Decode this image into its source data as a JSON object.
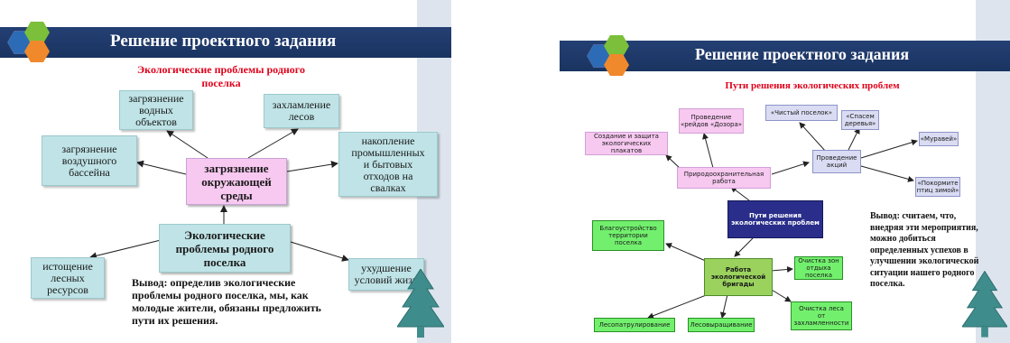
{
  "left_slide": {
    "title": "Решение проектного задания",
    "subtitle_line1": "Экологические проблемы  родного",
    "subtitle_line2": "поселка",
    "center": [
      "загрязнение",
      "окружающей",
      "среды"
    ],
    "root": [
      "Экологические",
      "проблемы родного",
      "поселка"
    ],
    "items": {
      "water": [
        "загрязнение",
        "водных",
        "объектов"
      ],
      "forest": [
        "захламление",
        "лесов"
      ],
      "air": [
        "загрязнение",
        "воздушного",
        "бассейна"
      ],
      "waste": [
        "накопление",
        "промышленных",
        "и бытовых",
        "отходов на",
        "свалках"
      ],
      "depletion": [
        "истощение",
        "лесных",
        "ресурсов"
      ],
      "living": [
        "ухудшение",
        "условий жизн"
      ]
    },
    "conclusion": [
      "Вывод: определив экологические",
      "проблемы родного поселка, мы, как",
      "молодые жители, обязаны предложить",
      "пути их решения."
    ]
  },
  "right_slide": {
    "title": "Решение проектного задания",
    "subtitle": "Пути  решения  экологических  проблем",
    "nodes": {
      "raids": [
        "Проведение",
        "«рейдов «Дозора»"
      ],
      "posters": [
        "Создание и защита",
        "экологических плакатов"
      ],
      "nature_work": [
        "Природоохранительная",
        "работа"
      ],
      "clean_village": "«Чистый поселок»",
      "save_trees": [
        "«Спасем",
        "деревья»"
      ],
      "actions": [
        "Проведение",
        "акций"
      ],
      "anthill": "«Муравей»",
      "feed_birds": [
        "«Покормите",
        "птиц зимой»"
      ],
      "center": [
        "Пути решения",
        "экологических проблем"
      ],
      "improvement": [
        "Благоустройство",
        "территории",
        "поселка"
      ],
      "brigade": [
        "Работа",
        "экологической",
        "бригады"
      ],
      "rest_zones": [
        "Очистка зон",
        "отдыха поселка"
      ],
      "forest_clean": [
        "Очистка леса",
        "от",
        "захламленности"
      ],
      "patrol": "Лесопатрулирование",
      "reforest": "Лесовыращивание"
    },
    "conclusion": [
      "Вывод: считаем, что,",
      "внедряя эти мероприятия,",
      "можно добиться",
      "определенных успехов в",
      "улучшении экологической",
      "ситуации нашего родного",
      "поселка."
    ]
  },
  "colors": {
    "header": "#1a3461",
    "subtitle": "#e0001a",
    "hex_blue": "#2c6bb5",
    "hex_green": "#7bbf3a",
    "hex_orange": "#f0892b",
    "tree": "#3f8c8c"
  },
  "icons": [
    "hexagon-logo-icon",
    "pine-tree-icon"
  ]
}
